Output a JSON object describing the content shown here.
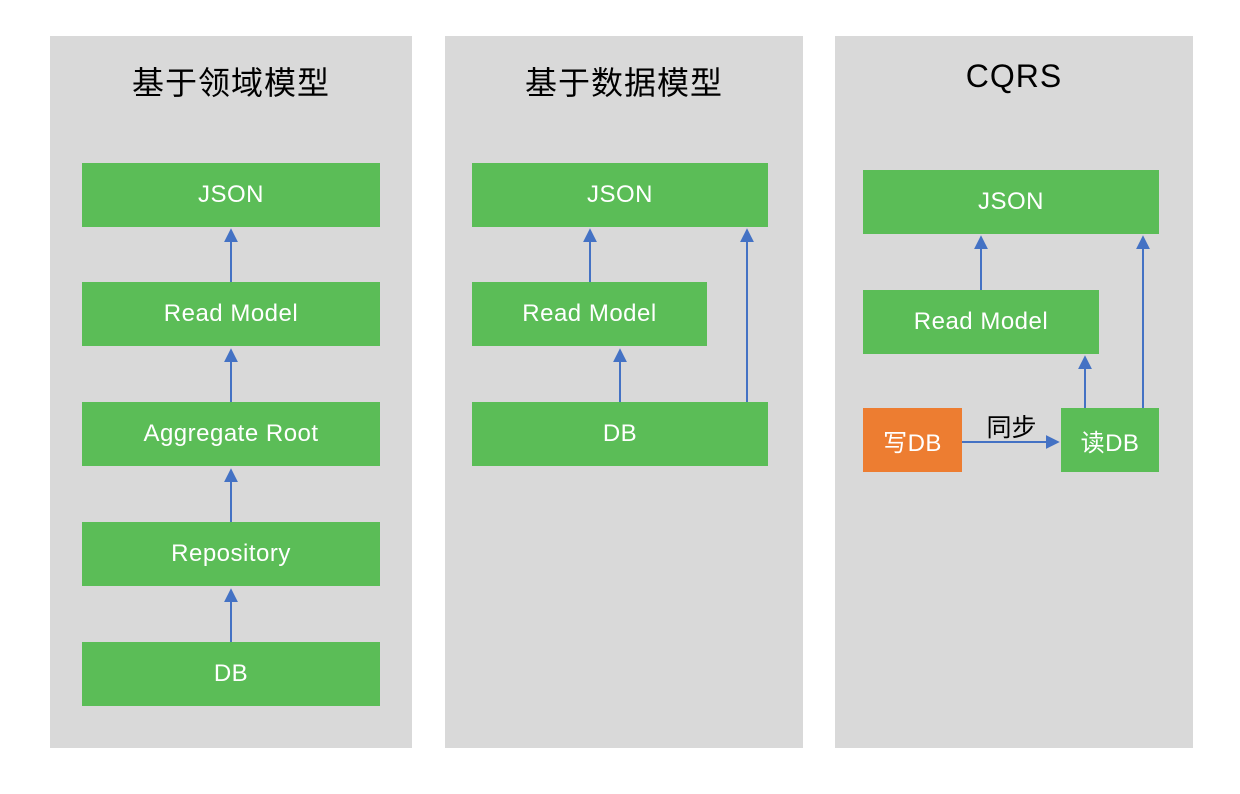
{
  "colors": {
    "panel_bg": "#d9d9d9",
    "box_green": "#5bbd57",
    "box_orange": "#ed7d31",
    "arrow_blue": "#4472c4",
    "box_text": "#ffffff",
    "title_text": "#000000"
  },
  "panels": [
    {
      "title": "基于领域模型",
      "boxes": [
        {
          "label": "JSON"
        },
        {
          "label": "Read Model"
        },
        {
          "label": "Aggregate Root"
        },
        {
          "label": "Repository"
        },
        {
          "label": "DB"
        }
      ],
      "arrows": [
        {
          "from": "DB",
          "to": "Repository"
        },
        {
          "from": "Repository",
          "to": "Aggregate Root"
        },
        {
          "from": "Aggregate Root",
          "to": "Read Model"
        },
        {
          "from": "Read Model",
          "to": "JSON"
        }
      ]
    },
    {
      "title": "基于数据模型",
      "boxes": [
        {
          "label": "JSON"
        },
        {
          "label": "Read Model"
        },
        {
          "label": "DB"
        }
      ],
      "arrows": [
        {
          "from": "DB",
          "to": "Read Model"
        },
        {
          "from": "Read Model",
          "to": "JSON"
        },
        {
          "from": "DB",
          "to": "JSON"
        }
      ]
    },
    {
      "title": "CQRS",
      "boxes": [
        {
          "label": "JSON"
        },
        {
          "label": "Read Model"
        },
        {
          "label": "写DB"
        },
        {
          "label": "读DB"
        }
      ],
      "sync_label": "同步",
      "arrows": [
        {
          "from": "写DB",
          "to": "读DB",
          "label": "同步"
        },
        {
          "from": "读DB",
          "to": "Read Model"
        },
        {
          "from": "读DB",
          "to": "JSON"
        },
        {
          "from": "Read Model",
          "to": "JSON"
        }
      ]
    }
  ]
}
